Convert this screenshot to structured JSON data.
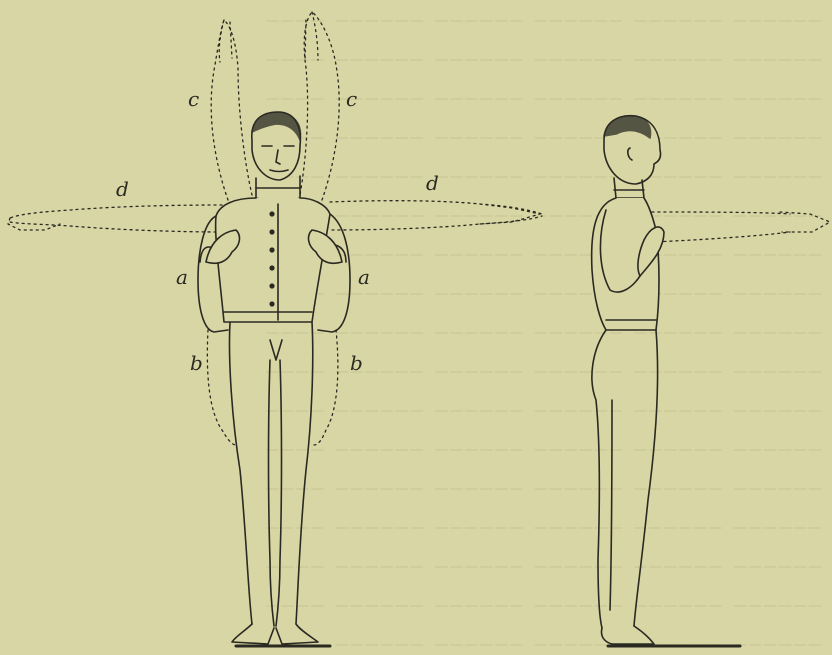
{
  "labels": {
    "c_left": "c",
    "c_right": "c",
    "d_left": "d",
    "d_right": "d",
    "a_left": "a",
    "a_right": "a",
    "b_left": "b",
    "b_right": "b"
  },
  "colors": {
    "paper": "#d9d6a6",
    "ink": "#2a2a22",
    "bleed_through": "#c9c693"
  }
}
